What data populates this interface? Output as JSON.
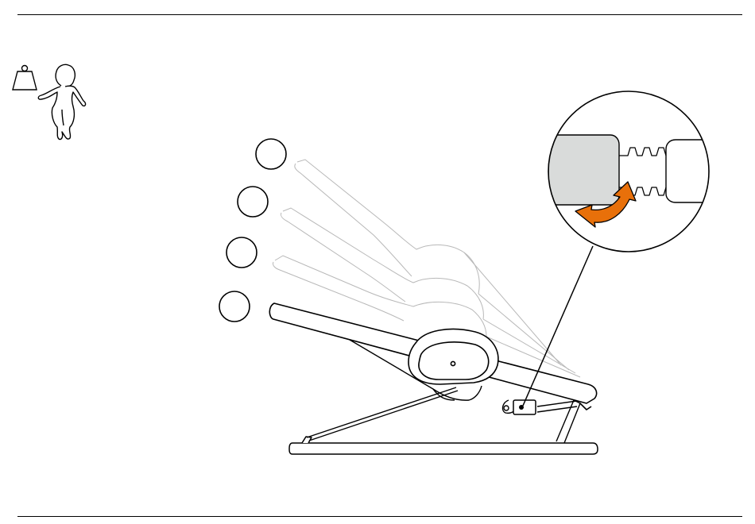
{
  "diagram": {
    "type": "assembly-instruction",
    "subject": "baby-bouncer-recline-adjustment",
    "recline_positions": 4,
    "position_markers": [
      "",
      "",
      "",
      ""
    ],
    "icons": [
      "weight-icon",
      "baby-icon"
    ],
    "callout": {
      "subject": "adjustment-notch-detail",
      "arrow_color": "#e8700a"
    },
    "colors": {
      "line": "#000000",
      "ghost_line": "#b3b3b3",
      "part_fill": "#d9dbda",
      "accent": "#e8700a"
    }
  }
}
